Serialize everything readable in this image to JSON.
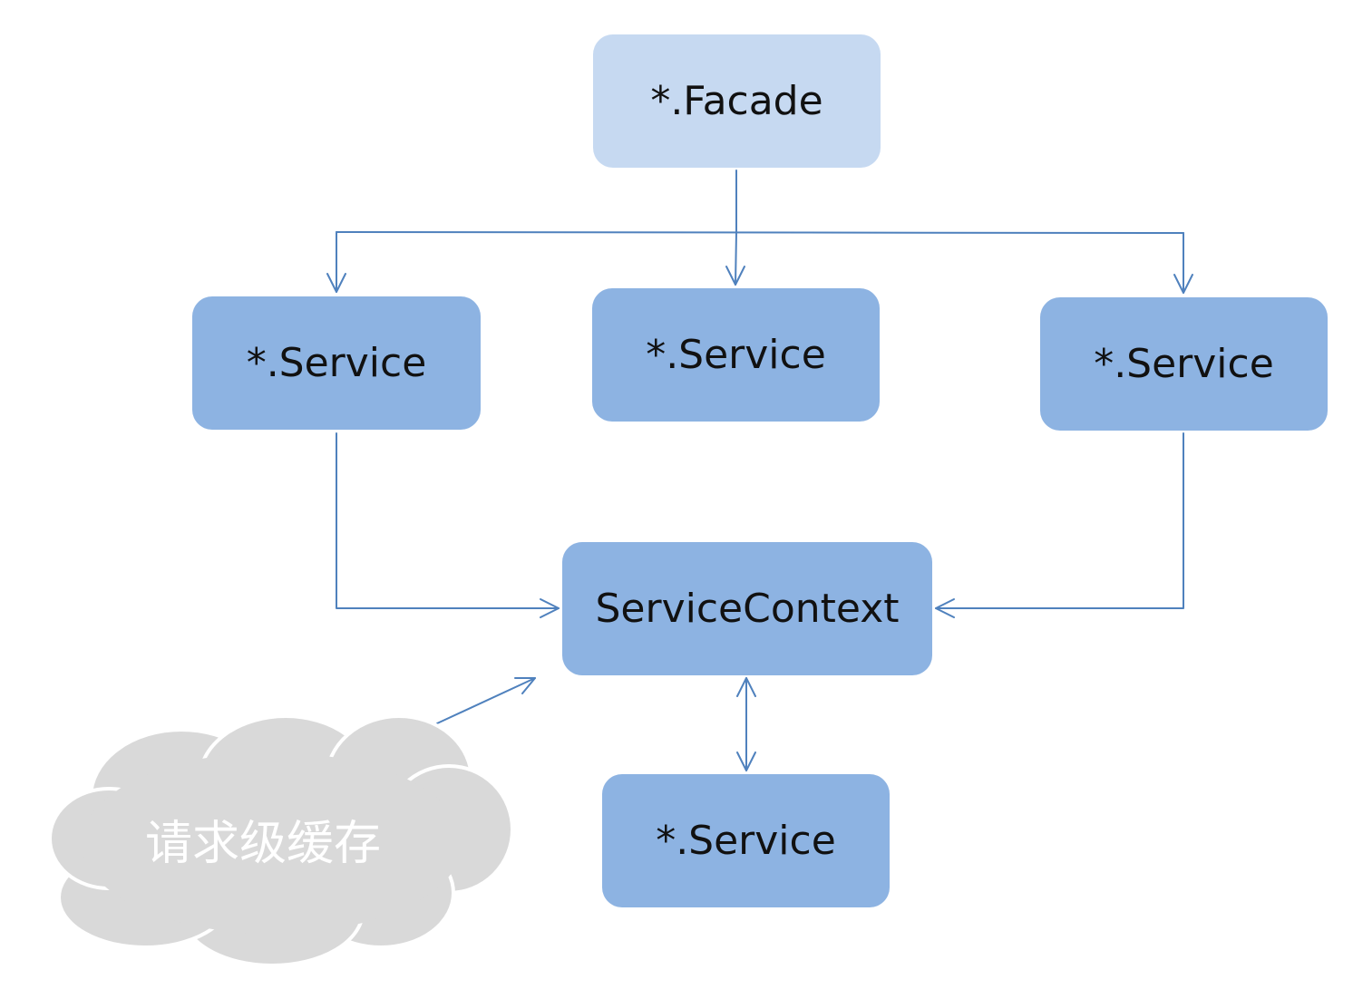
{
  "diagram": {
    "colors": {
      "facade_fill": "#c6d9f1",
      "service_fill": "#8db3e2",
      "edge_color": "#4f81bd",
      "cloud_fill": "#d9d9d9",
      "cloud_text": "#ffffff"
    },
    "nodes": {
      "facade": "*.Facade",
      "service_left": "*.Service",
      "service_middle": "*.Service",
      "service_right": "*.Service",
      "service_context": "ServiceContext",
      "service_bottom": "*.Service"
    },
    "cloud": {
      "label": "请求级缓存"
    },
    "edges": [
      {
        "from": "facade",
        "to": "service_left",
        "arrow": "end"
      },
      {
        "from": "facade",
        "to": "service_middle",
        "arrow": "end"
      },
      {
        "from": "facade",
        "to": "service_right",
        "arrow": "end"
      },
      {
        "from": "service_left",
        "to": "service_context",
        "arrow": "end"
      },
      {
        "from": "service_right",
        "to": "service_context",
        "arrow": "end"
      },
      {
        "from": "service_context",
        "to": "service_bottom",
        "arrow": "both"
      },
      {
        "from": "cloud",
        "to": "service_context",
        "arrow": "end"
      }
    ]
  }
}
